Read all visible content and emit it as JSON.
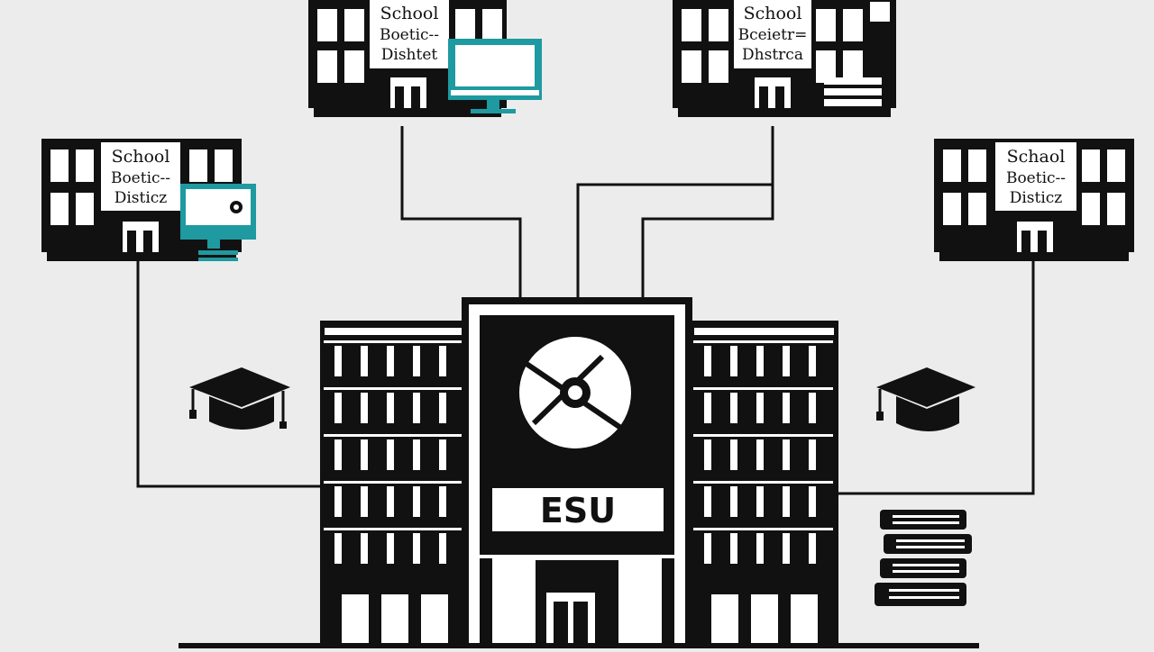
{
  "diagram": {
    "hub": {
      "label": "ESU"
    },
    "districts": [
      {
        "id": "top-left",
        "lines": [
          "School",
          "Boetic--",
          "Dishtet"
        ],
        "has_computer": true
      },
      {
        "id": "top-right",
        "lines": [
          "School",
          "Bceietr=",
          "Dhstrca"
        ],
        "has_computer": false
      },
      {
        "id": "left",
        "lines": [
          "School",
          "Boetic--",
          "Disticz"
        ],
        "has_computer": true
      },
      {
        "id": "right",
        "lines": [
          "Schaol",
          "Boetic--",
          "Disticz"
        ],
        "has_computer": false
      }
    ],
    "icons": [
      "graduation-cap-icon",
      "graduation-cap-icon",
      "books-icon",
      "computer-icon",
      "logo-emblem-icon"
    ],
    "colors": {
      "background": "#ececec",
      "ink": "#111111",
      "accent": "#1e9aa0"
    }
  }
}
